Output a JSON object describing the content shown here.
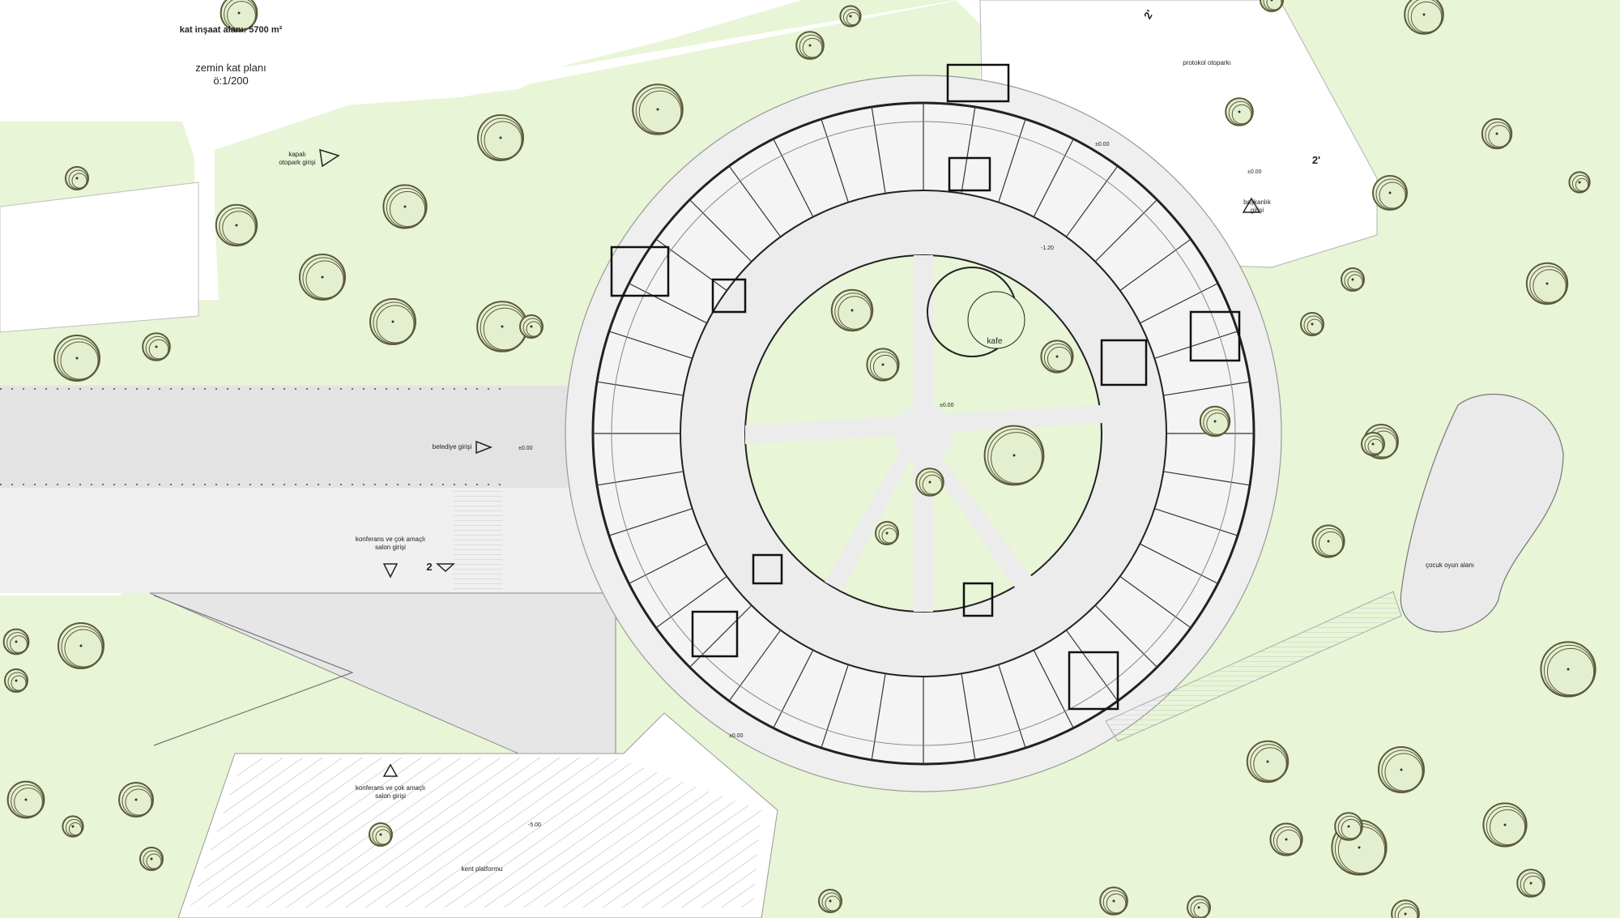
{
  "header": {
    "area_label": "kat inşaat alanı: 5700 m²",
    "plan_title": "zemin kat planı",
    "scale": "ö:1/200"
  },
  "entrances": {
    "parking": [
      "kapalı",
      "otopark girişi"
    ],
    "municipality": "belediye girişi",
    "presidency": [
      "başkanlık",
      "girişi"
    ],
    "conference_upper": [
      "konferans ve çok amaçlı",
      "salon girişi"
    ],
    "conference_lower": [
      "konferans ve çok amaçlı",
      "salon girişi"
    ]
  },
  "areas": {
    "protocol_parking": "protokol otoparkı",
    "cafe": "kafe",
    "playground": "çocuk oyun alanı",
    "city_platform": "kent platformu"
  },
  "section_marks": {
    "left": "2",
    "right": "2'",
    "top": "2'"
  },
  "levels": {
    "l1": "±0.00",
    "l2": "±0.00",
    "l3": "±0.00",
    "l4": "±0.00",
    "l5": "±0.00",
    "l6": "-1.20",
    "l7": "-5.00"
  },
  "colors": {
    "grass": "#e8f5d6",
    "road": "#e6e6e6",
    "building_fill": "#f1f1f1",
    "wall": "#111111",
    "tree_stroke": "#5a5a3a"
  }
}
